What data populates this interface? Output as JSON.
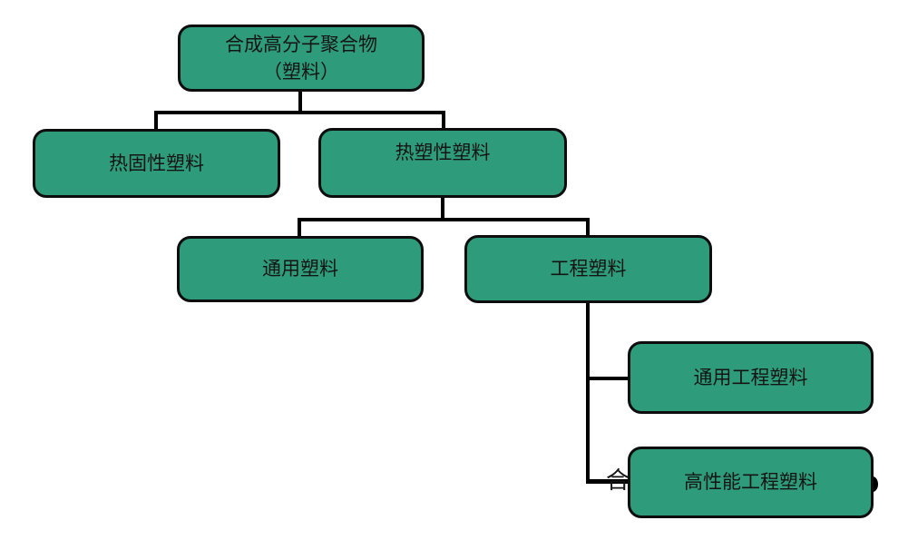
{
  "diagram": {
    "type": "tree",
    "nodes": {
      "root_line1": "合成高分子聚合物",
      "root_line2": "（塑料）",
      "thermoset": "热固性塑料",
      "thermoplastic": "热塑性塑料",
      "general_plastic": "通用塑料",
      "engineering_plastic": "工程塑料",
      "general_engineering_plastic": "通用工程塑料",
      "high_performance_engineering_plastic": "高性能工程塑料"
    },
    "hierarchy": {
      "合成高分子聚合物（塑料）": {
        "热固性塑料": {},
        "热塑性塑料": {
          "通用塑料": {},
          "工程塑料": {
            "通用工程塑料": {},
            "高性能工程塑料": {}
          }
        }
      }
    },
    "fragments": {
      "left_partial_char": "合"
    },
    "colors": {
      "node_fill": "#2E9C7A",
      "node_border": "#0D0D0D",
      "connector": "#000000",
      "text": "#141414",
      "background": "#FFFFFF"
    }
  }
}
